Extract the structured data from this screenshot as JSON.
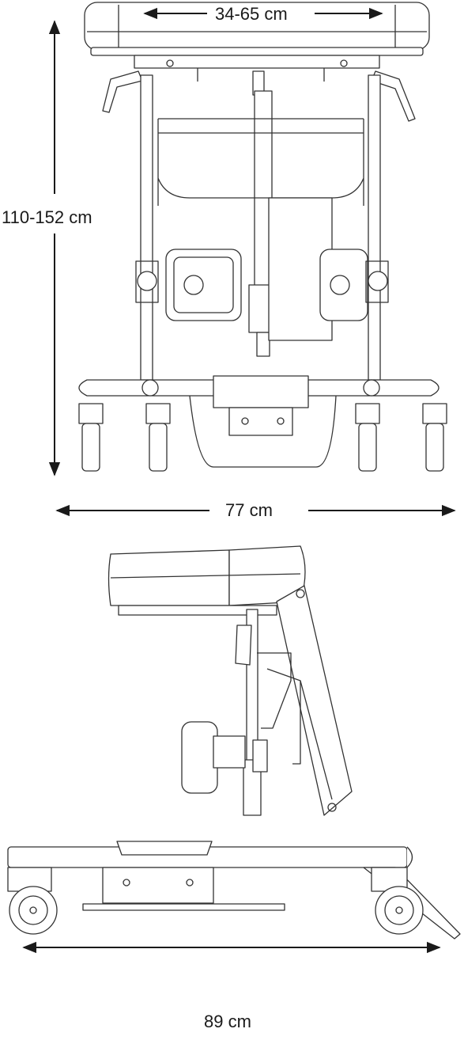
{
  "figure": {
    "dimensions": {
      "top_width": "34-65 cm",
      "height": "110-152 cm",
      "base_width": "77 cm",
      "length": "89 cm"
    }
  }
}
